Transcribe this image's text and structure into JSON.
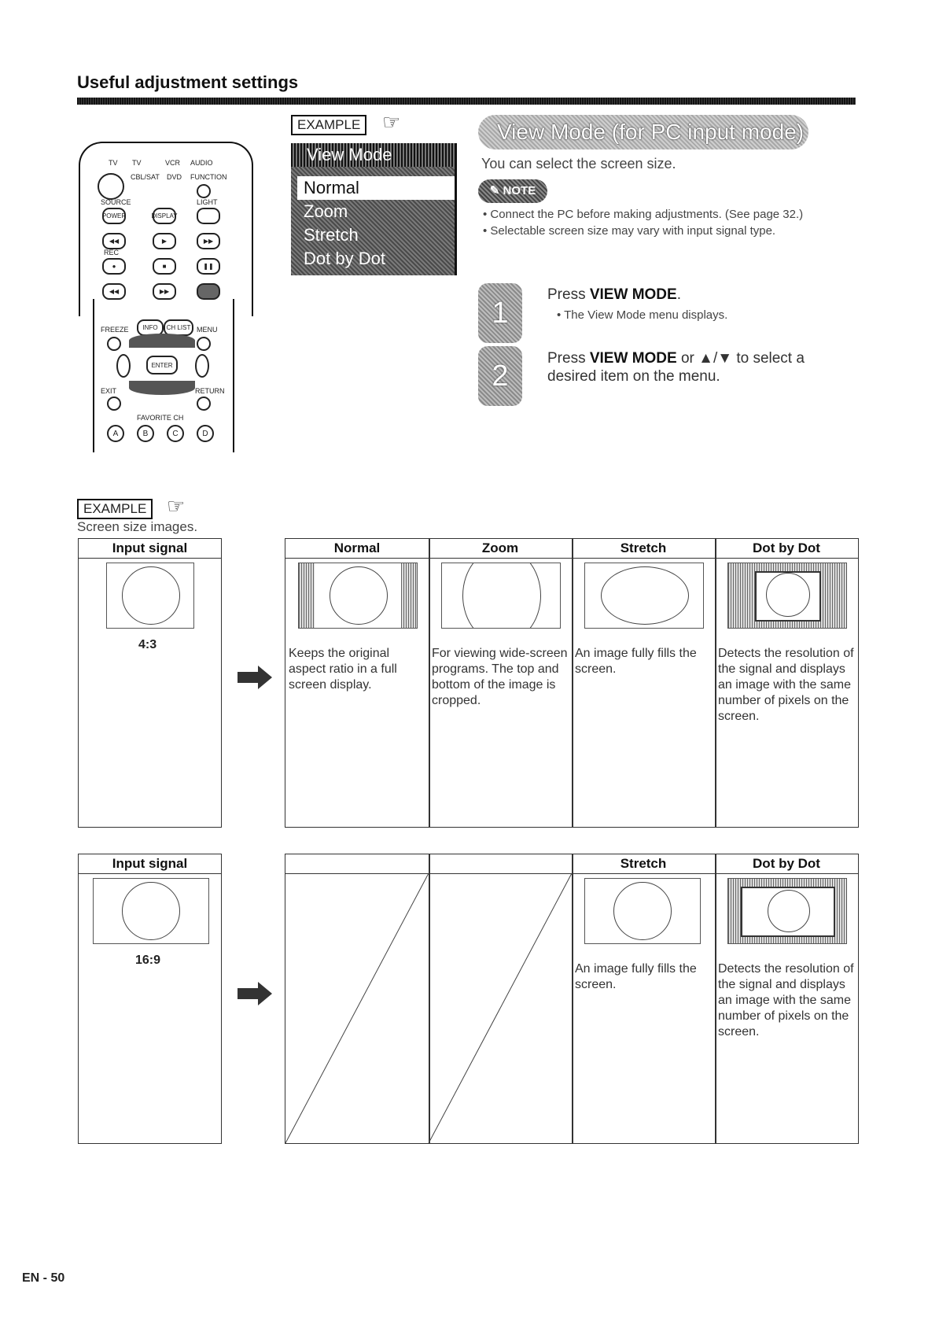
{
  "section_title": "Useful adjustment settings",
  "remote": {
    "top_labels": [
      "TV",
      "TV",
      "VCR",
      "AUDIO"
    ],
    "row2_labels": [
      "CBL/SAT",
      "DVD",
      "FUNCTION"
    ],
    "power": "POWER",
    "source": "SOURCE",
    "light": "LIGHT",
    "power_btn": "POWER",
    "display_btn": "DISPLAY",
    "rec": "REC",
    "freeze": "FREEZE",
    "info": "INFO",
    "chlist": "CH LIST",
    "menu": "MENU",
    "enter": "ENTER",
    "exit": "EXIT",
    "return": "RETURN",
    "favorite_ch": "FAVORITE CH",
    "fav_buttons": [
      "A",
      "B",
      "C",
      "D"
    ]
  },
  "example_label": "EXAMPLE",
  "menu": {
    "title": "View Mode",
    "items": [
      "Normal",
      "Zoom",
      "Stretch",
      "Dot by Dot"
    ]
  },
  "heading": "View Mode (for PC input mode)",
  "intro": "You can select the screen size.",
  "note_badge": "NOTE",
  "notes": [
    "Connect the PC before making adjustments. (See page 32.)",
    "Selectable screen size may vary with input signal type."
  ],
  "steps": [
    {
      "num": "1",
      "text_pre": "Press ",
      "text_bold": "VIEW MODE",
      "text_post": ".",
      "sub": "• The View Mode menu displays."
    },
    {
      "num": "2",
      "text_pre": "Press ",
      "text_bold": "VIEW MODE",
      "text_post": " or ▲/▼ to select a desired item on the menu.",
      "sub": ""
    }
  ],
  "example2_caption": "Screen size images.",
  "table1": {
    "input_header": "Input signal",
    "ratio": "4:3",
    "headers": [
      "Normal",
      "Zoom",
      "Stretch",
      "Dot by Dot"
    ],
    "descriptions": [
      "Keeps the original aspect ratio in a full screen display.",
      "For viewing wide-screen programs. The top and bottom of the image is cropped.",
      "An image fully fills the screen.",
      "Detects the resolution of the signal and displays an image with the same number of pixels on the screen."
    ]
  },
  "table2": {
    "input_header": "Input signal",
    "ratio": "16:9",
    "headers": [
      "",
      "",
      "Stretch",
      "Dot by Dot"
    ],
    "descriptions": [
      "",
      "",
      "An image fully fills the screen.",
      "Detects the resolution of the signal and displays an image with the same number of pixels on the screen."
    ]
  },
  "page_number": "EN - 50"
}
